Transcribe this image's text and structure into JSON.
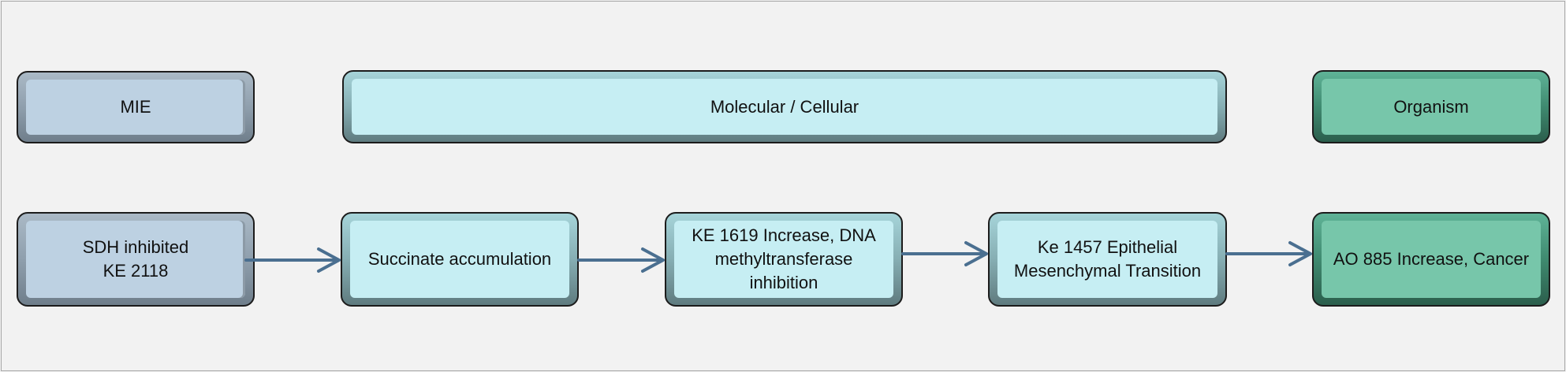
{
  "headers": {
    "mie": "MIE",
    "molecular_cellular": "Molecular / Cellular",
    "organism": "Organism"
  },
  "nodes": {
    "sdh": "SDH inhibited\nKE 2118",
    "succinate": "Succinate accumulation",
    "dnmt": "KE 1619 Increase, DNA\nmethyltransferase\ninhibition",
    "emt": "Ke 1457  Epithelial\nMesenchymal Transition",
    "ao": "AO 885 Increase, Cancer"
  },
  "edges": [
    {
      "from": "SDH inhibited KE 2118",
      "to": "Succinate accumulation"
    },
    {
      "from": "Succinate accumulation",
      "to": "KE 1619 Increase, DNA methyltransferase inhibition"
    },
    {
      "from": "KE 1619 Increase, DNA methyltransferase inhibition",
      "to": "Ke 1457  Epithelial Mesenchymal Transition"
    },
    {
      "from": "Ke 1457  Epithelial Mesenchymal Transition",
      "to": "AO 885 Increase, Cancer"
    }
  ],
  "colors": {
    "mie": "#bdd1e2",
    "molecular_cellular": "#c6eef3",
    "organism": "#77c6aa",
    "arrow": "#4a6f90"
  }
}
